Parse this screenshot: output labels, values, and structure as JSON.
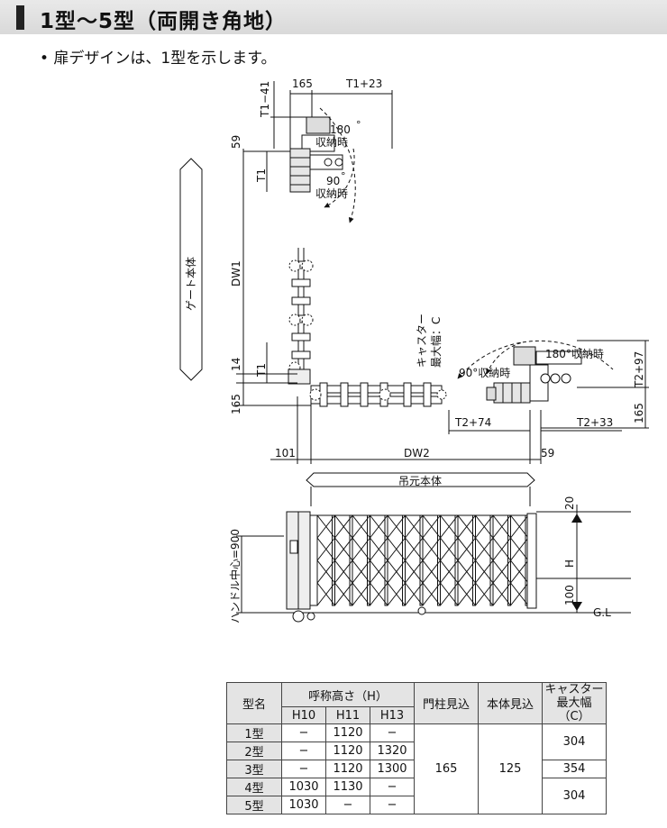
{
  "header": {
    "title": "1型〜5型（両開き角地）"
  },
  "note": "• 扉デザインは、1型を示します。",
  "plan": {
    "dims": {
      "d165_top": "165",
      "t1_plus_23": "T1+23",
      "t1_minus_41": "T1−41",
      "d59_left": "59",
      "t1_a": "T1",
      "t1_b": "T1",
      "dw1": "DW1",
      "d14": "14",
      "d165_left": "165",
      "d101": "101",
      "dw2": "DW2",
      "d59_bottom": "59",
      "t2_plus_74": "T2+74",
      "t2_plus_33": "T2+33",
      "t2_plus_97": "T2+97",
      "d165_right": "165"
    },
    "angles": {
      "a180_left_deg": "180",
      "a180_left_txt": "収納時",
      "a90_left_deg": "90",
      "a90_left_txt": "収納時",
      "a90_right": "90°収納時",
      "a180_right": "180°収納時"
    },
    "gate_body_label": "ゲート本体",
    "caster_label_1": "キャスター",
    "caster_label_2": "最大幅：C"
  },
  "elevation": {
    "hanging_body_label": "吊元本体",
    "handle_label": "ハンドル中心=900",
    "d20": "20",
    "h": "H",
    "d100": "100",
    "gl": "G.L"
  },
  "table": {
    "col_model": "型名",
    "col_height": "呼称高さ（H）",
    "col_post": "門柱見込",
    "col_body": "本体見込",
    "col_caster_1": "キャスター",
    "col_caster_2": "最大幅",
    "col_caster_3": "（C）",
    "sub": [
      "H10",
      "H11",
      "H13"
    ],
    "rows": [
      {
        "model": "1型",
        "h10": "−",
        "h11": "1120",
        "h13": "−"
      },
      {
        "model": "2型",
        "h10": "−",
        "h11": "1120",
        "h13": "1320"
      },
      {
        "model": "3型",
        "h10": "−",
        "h11": "1120",
        "h13": "1300"
      },
      {
        "model": "4型",
        "h10": "1030",
        "h11": "1130",
        "h13": "−"
      },
      {
        "model": "5型",
        "h10": "1030",
        "h11": "−",
        "h13": "−"
      }
    ],
    "post_depth": "165",
    "body_depth": "125",
    "caster_12": "304",
    "caster_3": "354",
    "caster_45": "304"
  }
}
